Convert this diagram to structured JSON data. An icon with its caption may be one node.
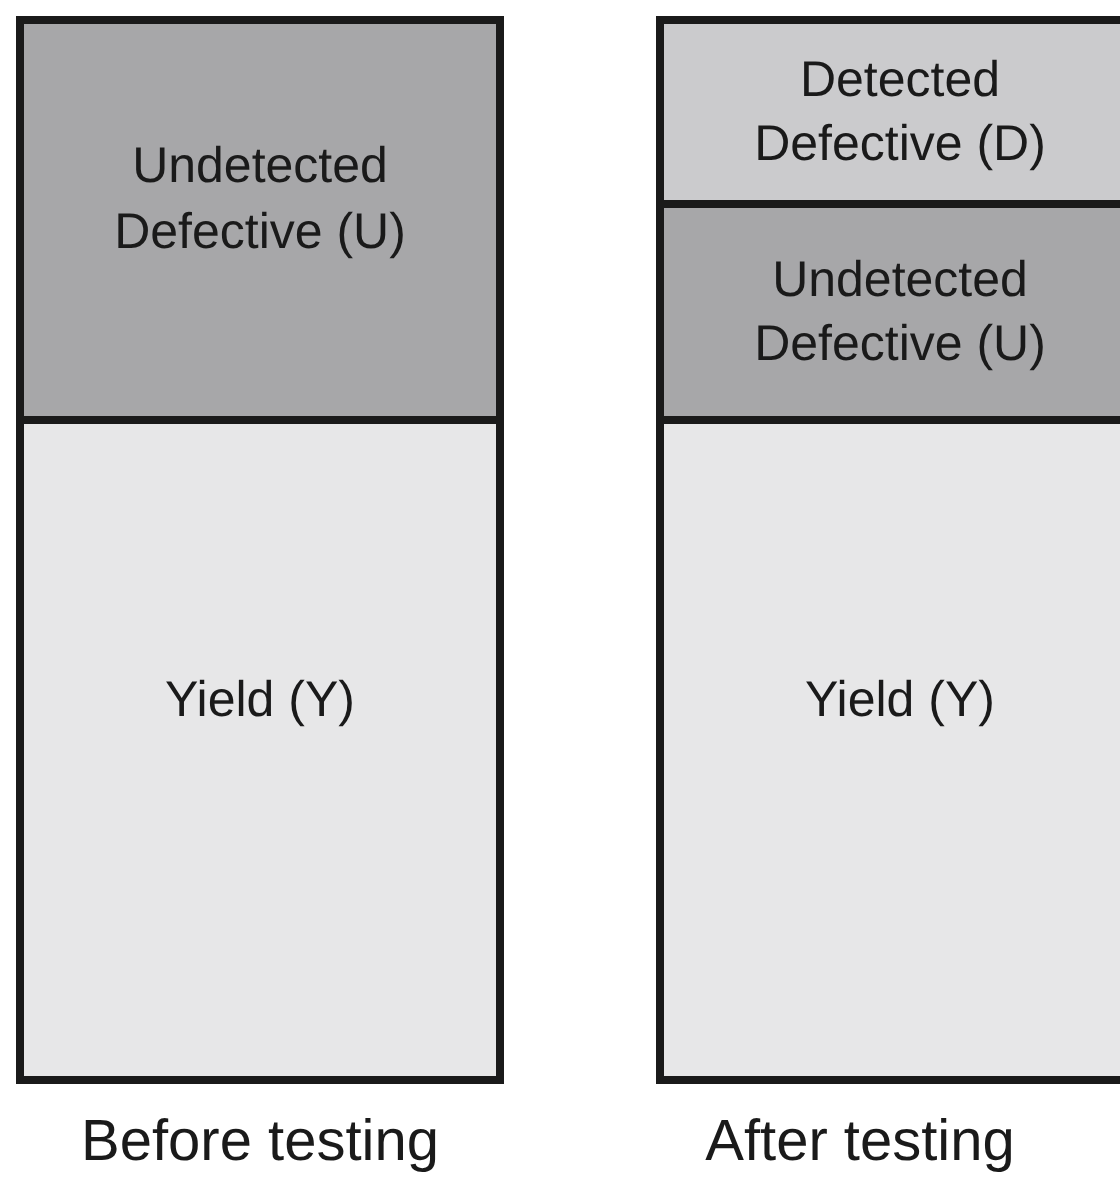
{
  "diagram": {
    "nodes": [
      {
        "text": [
          "Undetected Defective (U)"
        ]
      },
      {
        "text": [
          "Yield (Y)"
        ]
      },
      {
        "text": [
          "Detected Defective (D)"
        ]
      },
      {
        "text": [
          "Undetected Defective (U)"
        ]
      },
      {
        "text": [
          "Yield (Y)"
        ]
      }
    ],
    "labels": [
      "Before testing",
      "After testing"
    ]
  }
}
